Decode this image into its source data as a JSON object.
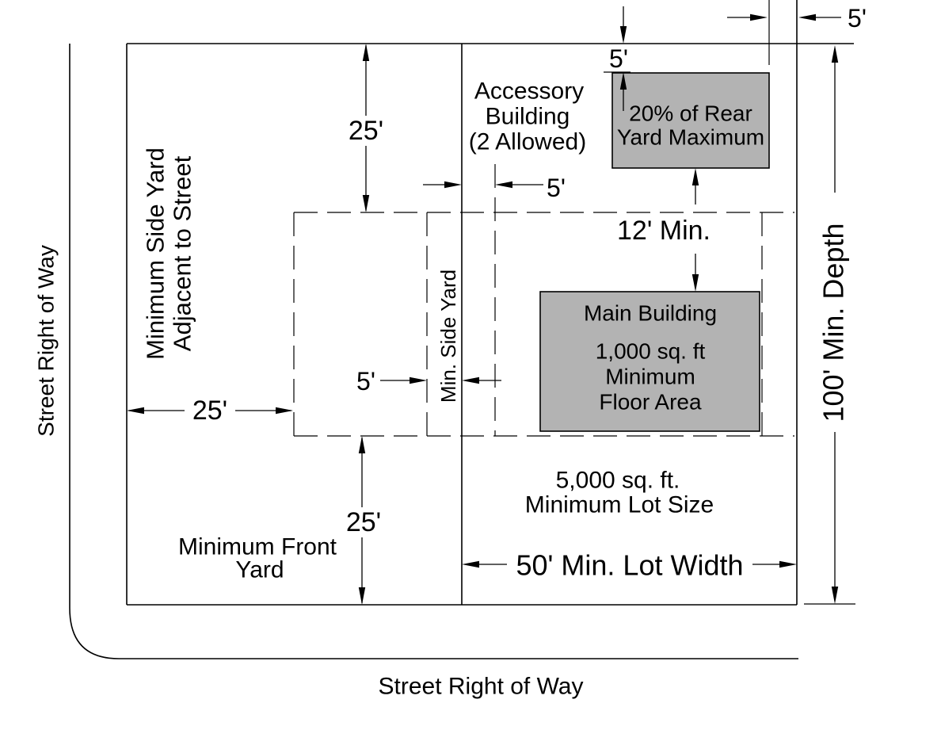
{
  "colors": {
    "line": "#000000",
    "building_fill": "#b3b3b3",
    "background": "#ffffff"
  },
  "streets": {
    "left_right_of_way": "Street Right of Way",
    "bottom_right_of_way": "Street Right of Way"
  },
  "labels": {
    "side_yard_street": [
      "Minimum Side Yard",
      "Adjacent to Street"
    ],
    "min_side_yard": "Min. Side Yard",
    "accessory_note": [
      "Accessory",
      "Building",
      "(2 Allowed)"
    ],
    "accessory_box": [
      "20% of Rear",
      "Yard Maximum"
    ],
    "main_box": [
      "Main Building",
      "1,000 sq. ft",
      "Minimum",
      "Floor Area"
    ],
    "lot_size": [
      "5,000 sq. ft.",
      "Minimum Lot Size"
    ],
    "front_yard": [
      "Minimum Front",
      "Yard"
    ]
  },
  "dimensions": {
    "rear_setback": "25'",
    "side_street_setback": "25'",
    "front_setback": "25'",
    "accessory_rear_offset": "5'",
    "accessory_side_offset": "5'",
    "side_yard_right": "5'",
    "side_yard_left": "5'",
    "building_separation": "12' Min.",
    "lot_width": "50' Min. Lot Width",
    "lot_depth": "100' Min. Depth"
  }
}
